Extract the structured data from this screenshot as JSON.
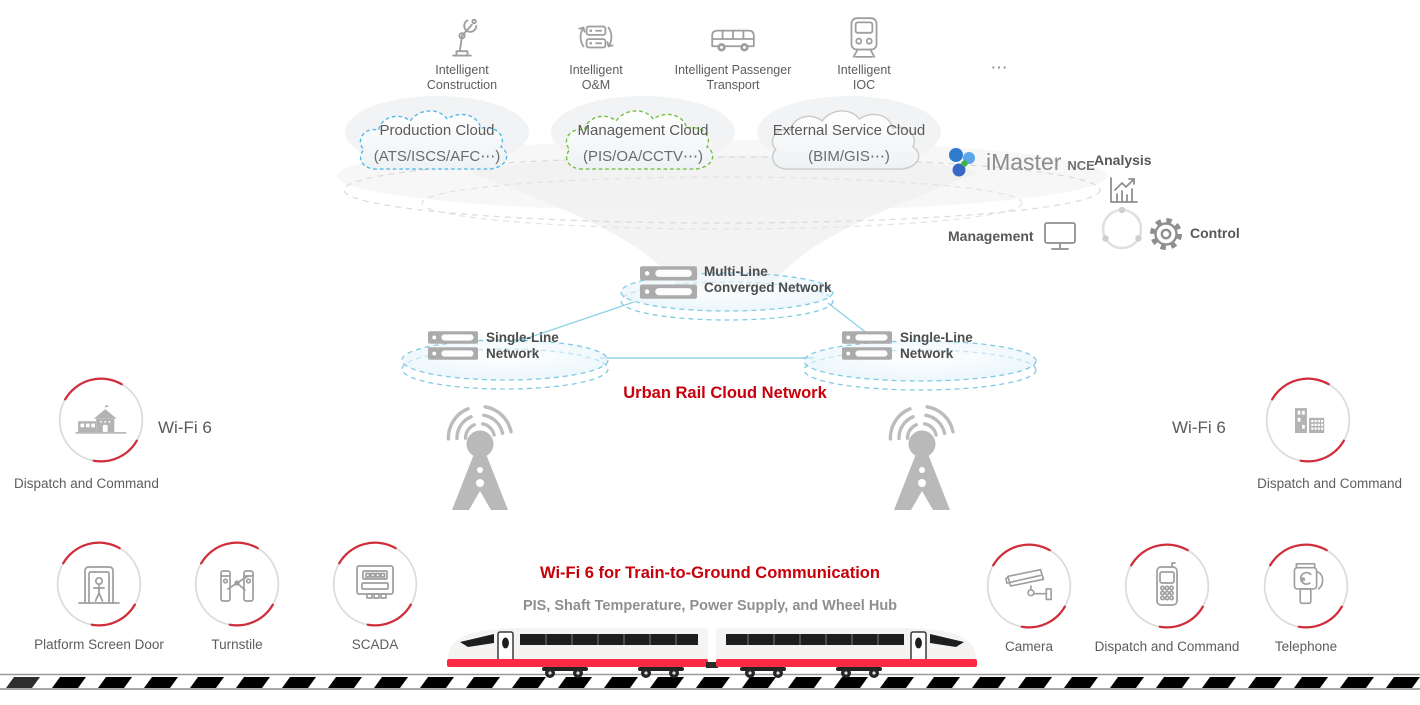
{
  "colors": {
    "brand_red": "#c7000b",
    "train_stripe_red": "#fb2b46",
    "ring_arc_red": "#cf2e3a",
    "icon_gray": "#9e9e9e",
    "text_gray": "#595757",
    "cloud_blue_dash": "#54b9e8",
    "cloud_green_dash": "#74c044",
    "cloud_gray": "#c9c9c9",
    "network_blue": "#7fcbe4"
  },
  "top_services": [
    {
      "label": "Intelligent Construction",
      "icon": "robot-arm-icon"
    },
    {
      "label": "Intelligent O&M",
      "icon": "sync-servers-icon"
    },
    {
      "label": "Intelligent Passenger Transport",
      "icon": "bus-icon"
    },
    {
      "label": "Intelligent IOC",
      "icon": "metro-train-icon"
    },
    {
      "label": "⋯",
      "icon": "ellipsis"
    }
  ],
  "clouds": [
    {
      "name": "Production Cloud",
      "systems": "(ATS/ISCS/AFC⋯)",
      "style": "blue-dashed"
    },
    {
      "name": "Management Cloud",
      "systems": "(PIS/OA/CCTV⋯)",
      "style": "green-dashed"
    },
    {
      "name": "External Service Cloud",
      "systems": "(BIM/GIS⋯)",
      "style": "gray-solid"
    }
  ],
  "imaster": {
    "brand": "iMaster",
    "product": "NCE"
  },
  "nce": {
    "analysis": "Analysis",
    "management": "Management",
    "control": "Control"
  },
  "network": {
    "multi_line": {
      "line1": "Multi-Line",
      "line2": "Converged Network"
    },
    "single_left": {
      "line1": "Single-Line",
      "line2": "Network"
    },
    "single_right": {
      "line1": "Single-Line",
      "line2": "Network"
    },
    "title": "Urban Rail Cloud Network"
  },
  "ground_left": {
    "wifi": "Wi-Fi 6",
    "caption": "Dispatch and Command"
  },
  "ground_right": {
    "wifi": "Wi-Fi 6",
    "caption": "Dispatch and Command"
  },
  "train_comm": {
    "title": "Wi-Fi 6 for Train-to-Ground Communication",
    "subtitle": "PIS, Shaft Temperature, Power Supply, and Wheel Hub"
  },
  "devices_left": [
    {
      "label": "Platform Screen Door",
      "icon": "platform-screen-door-icon"
    },
    {
      "label": "Turnstile",
      "icon": "turnstile-icon"
    },
    {
      "label": "SCADA",
      "icon": "scada-icon"
    }
  ],
  "devices_right": [
    {
      "label": "Camera",
      "icon": "camera-icon"
    },
    {
      "label": "Dispatch and Command",
      "icon": "mobile-phone-icon"
    },
    {
      "label": "Telephone",
      "icon": "telephone-icon"
    }
  ]
}
